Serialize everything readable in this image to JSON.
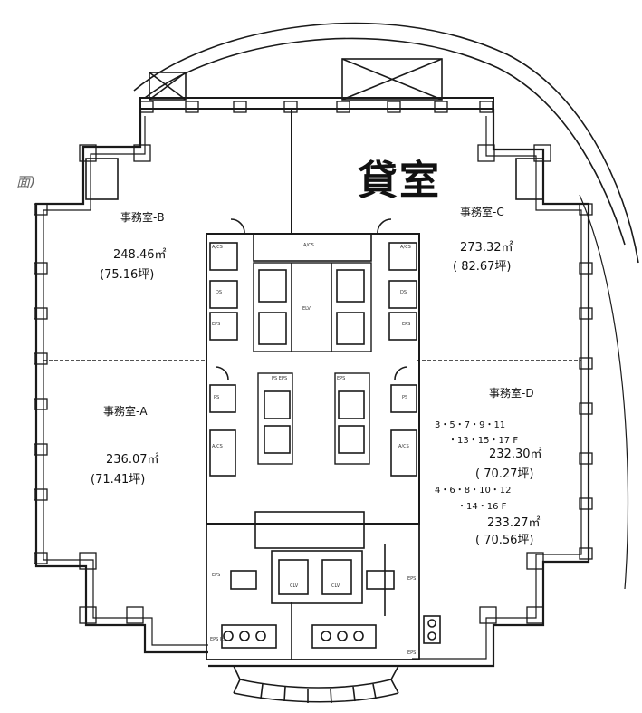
{
  "title": "貸室",
  "margin_note": "面)",
  "offices": {
    "b": {
      "name": "事務室-B",
      "area": "248.46㎡",
      "tsubo": "(75.16坪)"
    },
    "c": {
      "name": "事務室-C",
      "area": "273.32㎡",
      "tsubo": "( 82.67坪)"
    },
    "a": {
      "name": "事務室-A",
      "area": "236.07㎡",
      "tsubo": "(71.41坪)"
    },
    "d": {
      "name": "事務室-D",
      "floors_1a": "3・5・7・9・11",
      "floors_1b": "・13・15・17 F",
      "area_1": "232.30㎡",
      "tsubo_1": "( 70.27坪)",
      "floors_2a": "4・6・8・10・12",
      "floors_2b": "・14・16 F",
      "area_2": "233.27㎡",
      "tsubo_2": "( 70.56坪)"
    }
  },
  "core_labels": {
    "acs_1": "A/CS",
    "acs_2": "A/CS",
    "acs_3": "A/CS",
    "acs_4": "A/CS",
    "acs_5": "A/CS",
    "ds_1": "DS",
    "ds_2": "DS",
    "eps_1": "EPS",
    "eps_2": "EPS",
    "eps_3": "EPS",
    "eps_4": "EPS",
    "eps_5": "EPS",
    "ps_1": "PS",
    "ps_2": "PS",
    "ps_eps": "PS  EPS",
    "elv": "ELV",
    "clv_1": "CLV",
    "clv_2": "CLV",
    "eps_ps": "EPS  PS",
    "eps_c": "EPS"
  },
  "colors": {
    "line": "#1a1a1a",
    "wall": "#2b2b2b",
    "paper": "#ffffff"
  }
}
